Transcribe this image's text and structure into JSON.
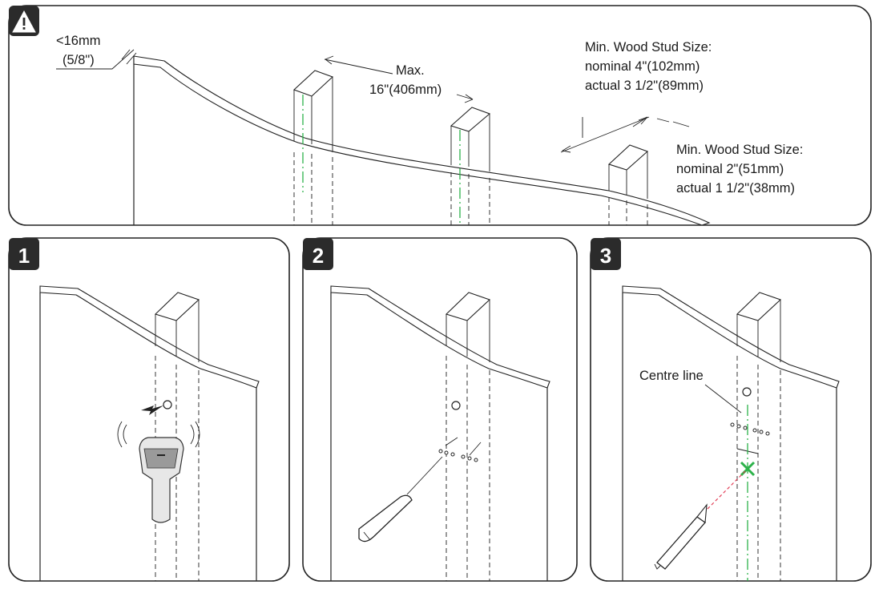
{
  "warning": {
    "icon": "warning-triangle-icon"
  },
  "overview": {
    "max_thickness": {
      "value": "<16mm",
      "imperial": "(5/8\")"
    },
    "spacing": {
      "label": "Max.",
      "value": "16\"(406mm)"
    },
    "stud_wide": {
      "line1": "Min. Wood Stud Size:",
      "line2": "nominal 4\"(102mm)",
      "line3": "actual 3 1/2\"(89mm)"
    },
    "stud_narrow": {
      "line1": "Min. Wood Stud Size:",
      "line2": "nominal 2\"(51mm)",
      "line3": "actual 1 1/2\"(38mm)"
    }
  },
  "steps": [
    {
      "number": "1",
      "icon": "stud-finder-icon"
    },
    {
      "number": "2",
      "icon": "awl-icon"
    },
    {
      "number": "3",
      "icon": "pencil-icon",
      "label": "Centre line"
    }
  ],
  "colors": {
    "centre_line": "#2db24a",
    "laser": "#e0304a",
    "badge": "#2b2b2b"
  }
}
